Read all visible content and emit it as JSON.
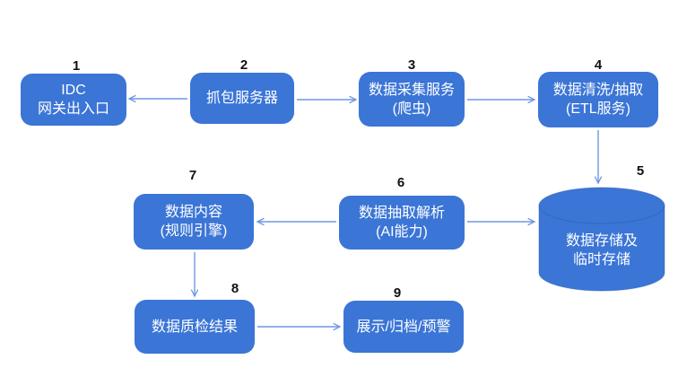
{
  "diagram": {
    "title": "",
    "nodes": [
      {
        "id": "1",
        "number": "1",
        "name": "idc-gateway",
        "shape": "rect",
        "lines": [
          "IDC",
          "网关出入口"
        ]
      },
      {
        "id": "2",
        "number": "2",
        "name": "packet-capture-server",
        "shape": "rect",
        "lines": [
          "抓包服务器"
        ]
      },
      {
        "id": "3",
        "number": "3",
        "name": "data-collection-service",
        "shape": "rect",
        "lines": [
          "数据采集服务",
          "(爬虫)"
        ]
      },
      {
        "id": "4",
        "number": "4",
        "name": "data-cleaning-etl",
        "shape": "rect",
        "lines": [
          "数据清洗/抽取",
          "(ETL服务)"
        ]
      },
      {
        "id": "5",
        "number": "5",
        "name": "data-storage",
        "shape": "cylinder",
        "lines": [
          "数据存储及",
          "临时存储"
        ]
      },
      {
        "id": "6",
        "number": "6",
        "name": "data-extraction-ai",
        "shape": "rect",
        "lines": [
          "数据抽取解析",
          "(AI能力)"
        ]
      },
      {
        "id": "7",
        "number": "7",
        "name": "data-content-rule-engine",
        "shape": "rect",
        "lines": [
          "数据内容",
          "(规则引擎)"
        ]
      },
      {
        "id": "8",
        "number": "8",
        "name": "data-quality-check-result",
        "shape": "rect",
        "lines": [
          "数据质检结果"
        ]
      },
      {
        "id": "9",
        "number": "9",
        "name": "display-archive-alert",
        "shape": "rect",
        "lines": [
          "展示/归档/预警"
        ]
      }
    ],
    "edges": [
      {
        "from": "2",
        "to": "1"
      },
      {
        "from": "2",
        "to": "3"
      },
      {
        "from": "3",
        "to": "4"
      },
      {
        "from": "4",
        "to": "5"
      },
      {
        "from": "6",
        "to": "7"
      },
      {
        "from": "6",
        "to": "5"
      },
      {
        "from": "7",
        "to": "8"
      },
      {
        "from": "8",
        "to": "9"
      }
    ],
    "colors": {
      "node_fill": "#3b75d6",
      "node_text": "#ffffff",
      "arrow": "#6e97e4",
      "number": "#111111",
      "cylinder_stroke": "#2d5cb5"
    }
  }
}
